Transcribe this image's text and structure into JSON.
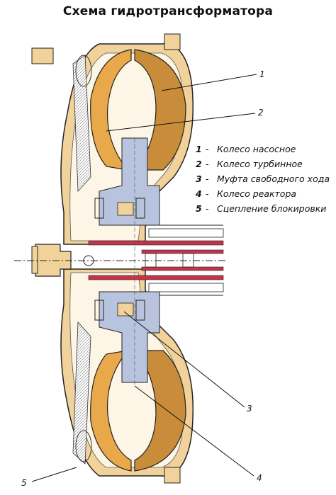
{
  "title": "Схема гидротрансформатора",
  "legend": [
    {
      "num": "1",
      "sep": "-",
      "label": "Колесо насосное"
    },
    {
      "num": "2",
      "sep": "-",
      "label": "Колесо турбинное"
    },
    {
      "num": "3",
      "sep": "-",
      "label": "Муфта свободного хода"
    },
    {
      "num": "4",
      "sep": "-",
      "label": "Колесо реактора"
    },
    {
      "num": "5",
      "sep": "-",
      "label": "Сцепление блокировки"
    }
  ],
  "callouts": {
    "c1": "1",
    "c2": "2",
    "c3": "3",
    "c4": "4",
    "c5": "5"
  },
  "colors": {
    "pump": "#c88c3a",
    "turbine": "#e9a94a",
    "reactor": "#b8c4dd",
    "housing": "#f2d29b",
    "shaft": "#c4334a",
    "outline": "#222222"
  }
}
